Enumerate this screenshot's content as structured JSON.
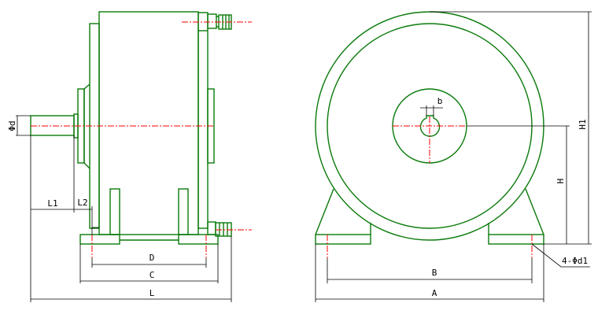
{
  "side_view": {
    "labels": {
      "shaft_diameter": "Φd",
      "l1": "L1",
      "l2": "L2",
      "d": "D",
      "c": "C",
      "l": "L"
    }
  },
  "front_view": {
    "labels": {
      "key_width": "b",
      "h": "H",
      "h1": "H1",
      "holes": "4-Φd1",
      "b": "B",
      "a": "A"
    }
  },
  "colors": {
    "outline": "#0a7a0a",
    "centerline": "#ff0000",
    "dimension": "#000000"
  }
}
